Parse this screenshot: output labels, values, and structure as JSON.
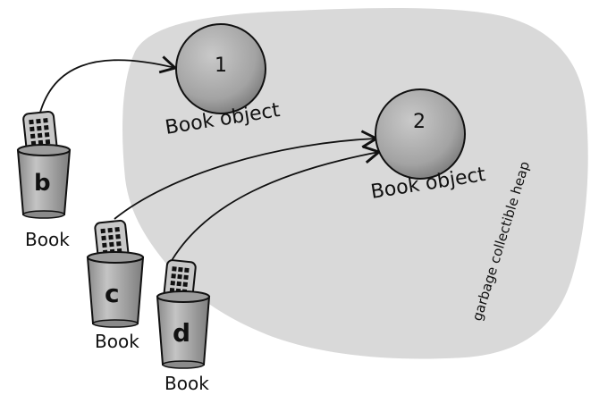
{
  "heap": {
    "label": "garbage collectible heap",
    "fill_color": "#d9d9d9"
  },
  "objects": [
    {
      "number": "1",
      "label": "Book object"
    },
    {
      "number": "2",
      "label": "Book object"
    }
  ],
  "references": [
    {
      "name": "b",
      "type": "Book",
      "points_to": "1"
    },
    {
      "name": "c",
      "type": "Book",
      "points_to": "2"
    },
    {
      "name": "d",
      "type": "Book",
      "points_to": "2"
    }
  ],
  "colors": {
    "object_fill": "#a8a8a8",
    "cup_fill": "#b5b5b5",
    "ink": "#111111"
  }
}
